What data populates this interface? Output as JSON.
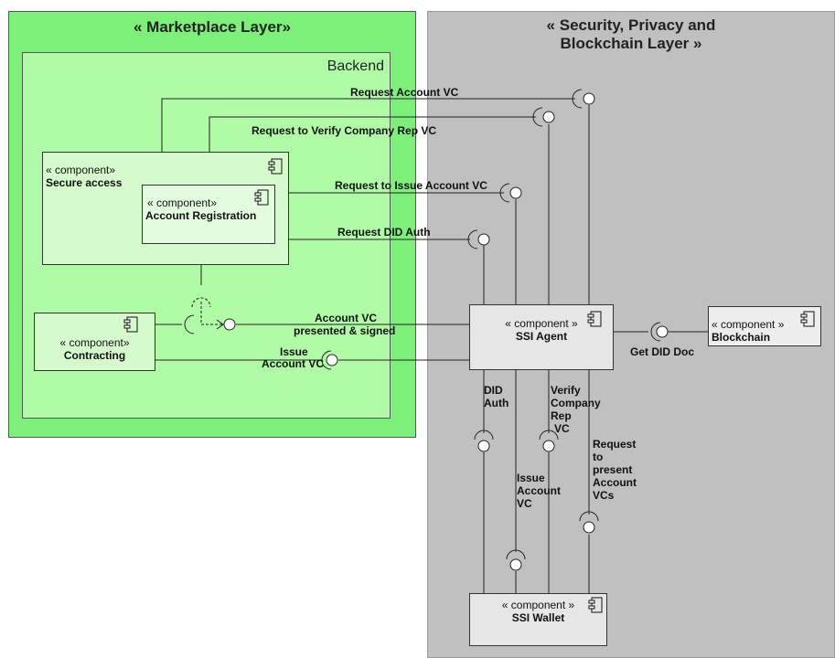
{
  "layers": {
    "marketplace": "« Marketplace Layer»",
    "security": [
      "« Security, Privacy and",
      "Blockchain Layer »"
    ]
  },
  "backend": {
    "label": "Backend"
  },
  "components": {
    "secure_access": {
      "stereotype": "« component»",
      "name": "Secure access"
    },
    "account_registration": {
      "stereotype": "« component»",
      "name": "Account Registration"
    },
    "contracting": {
      "stereotype": "« component»",
      "name": "Contracting"
    },
    "ssi_agent": {
      "stereotype": "« component »",
      "name": "SSI Agent"
    },
    "blockchain": {
      "stereotype": "« component »",
      "name": "Blockchain"
    },
    "ssi_wallet": {
      "stereotype": "« component »",
      "name": "SSI Wallet"
    }
  },
  "interfaces": {
    "request_account_vc": "Request Account VC",
    "request_verify_company_rep_vc": "Request to Verify Company Rep VC",
    "request_issue_account_vc": "Request to Issue Account VC",
    "request_did_auth": "Request DID Auth",
    "account_vc_presented": [
      "Account VC",
      "presented & signed"
    ],
    "issue_account_vc": [
      "Issue",
      "Account VC"
    ],
    "get_did_doc": "Get DID Doc",
    "did_auth": [
      "DID",
      "Auth"
    ],
    "verify_company_rep_vc": [
      "Verify",
      "Company",
      "Rep",
      "VC"
    ],
    "wallet_issue_account_vc": [
      "Issue",
      "Account",
      "VC"
    ],
    "request_present_account_vcs": [
      "Request",
      "to",
      "present",
      "Account",
      "VCs"
    ]
  }
}
